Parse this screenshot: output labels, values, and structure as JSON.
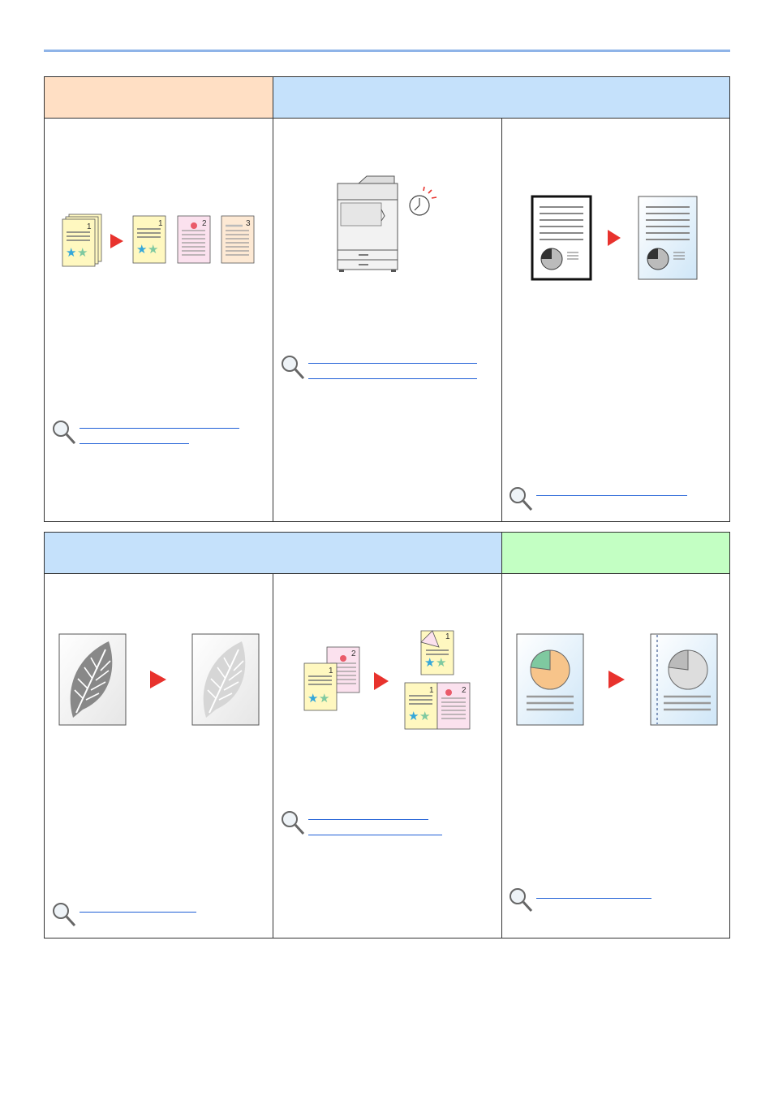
{
  "page": {
    "accent_line_color": "#8fb4e8",
    "link_color": "#1f5fd6"
  },
  "panel_top": {
    "headers": [
      {
        "label": "",
        "color": "#ffdfc4"
      },
      {
        "label": "",
        "color": "#c5e1fb"
      }
    ],
    "cells": [
      {
        "illustration": "collate-sort-pages",
        "reference_links": 2
      },
      {
        "illustration": "printer-timer",
        "reference_links": 2
      },
      {
        "illustration": "border-erase-document",
        "reference_links": 1
      }
    ]
  },
  "panel_bottom": {
    "headers": [
      {
        "label": "",
        "color": "#c5e1fb"
      },
      {
        "label": "",
        "color": "#c3ffc3"
      }
    ],
    "cells": [
      {
        "illustration": "eco-print-leaf",
        "reference_links": 1
      },
      {
        "illustration": "combine-duplex-pages",
        "reference_links": 2
      },
      {
        "illustration": "margin-shift-document",
        "reference_links": 1
      }
    ]
  },
  "icons": {
    "reference": "magnifier-icon",
    "arrow": "red-triangle-arrow-icon"
  },
  "page_numbers": [
    "1",
    "2",
    "3"
  ]
}
